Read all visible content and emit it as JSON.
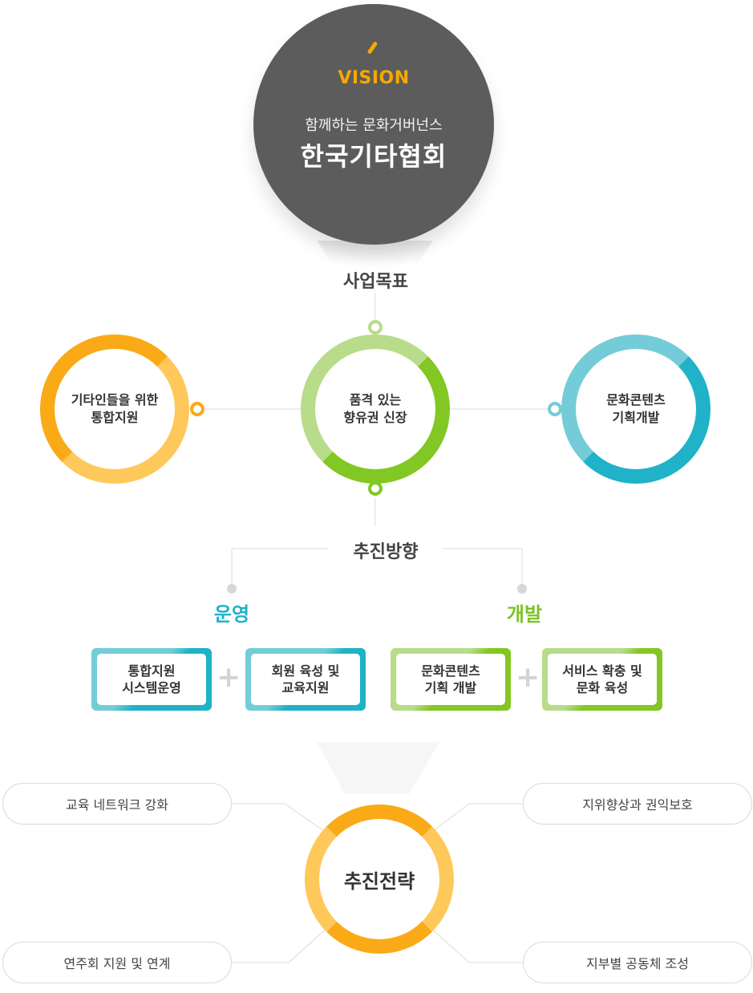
{
  "vision": {
    "label": "VISION",
    "subtitle": "함께하는 문화거버넌스",
    "title": "한국기타협회"
  },
  "goals": {
    "heading": "사업목표",
    "items": [
      {
        "text": "기타인들을 위한\n통합지원",
        "color": "#f9aa16"
      },
      {
        "text": "품격 있는\n향유권 신장",
        "color": "#82c723"
      },
      {
        "text": "문화콘텐츠\n기획개발",
        "color": "#1fb2c8"
      }
    ]
  },
  "directions": {
    "heading": "추진방향",
    "operation": {
      "label": "운영",
      "color": "#1db3c8"
    },
    "development": {
      "label": "개발",
      "color": "#7cc225"
    },
    "boxes": [
      {
        "text": "통합지원\n시스템운영"
      },
      {
        "text": "회원 육성 및\n교육지원"
      },
      {
        "text": "문화콘텐츠\n기획 개발"
      },
      {
        "text": "서비스 확충 및\n문화 육성"
      }
    ],
    "plus": "+"
  },
  "strategy": {
    "title": "추진전략",
    "items": [
      "교육 네트워크 강화",
      "지위향상과 권익보호",
      "연주회 지원 및 연계",
      "지부별 공동체 조성"
    ]
  },
  "colors": {
    "dark_gray": "#5c5c5c",
    "orange": "#f9aa16",
    "orange_light": "#ffc85a",
    "green": "#82c723",
    "green_light": "#b8dc8a",
    "teal": "#1fb2c8",
    "teal_light": "#74ccd8"
  }
}
